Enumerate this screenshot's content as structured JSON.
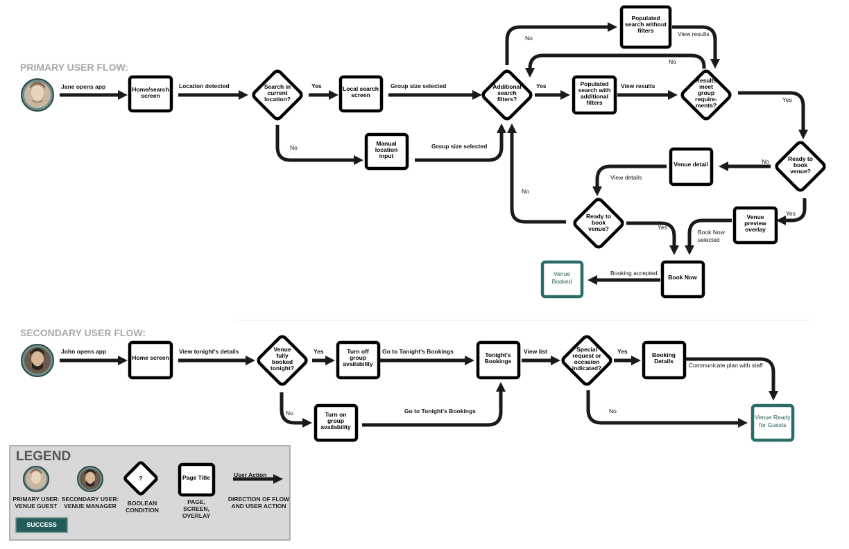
{
  "primary_flow": {
    "title": "PRIMARY USER FLOW:",
    "start_label": "Jane opens app",
    "nodes": {
      "home_search": [
        "Home/search",
        "screen"
      ],
      "search_current": [
        "Search in",
        "current",
        "location?"
      ],
      "local_search": [
        "Local search",
        "screen"
      ],
      "manual_location": [
        "Manual",
        "location",
        "input"
      ],
      "additional_filters": [
        "Additional",
        "search",
        "filters?"
      ],
      "populated_no_filters": [
        "Populated",
        "search without",
        "filters"
      ],
      "populated_with_filters": [
        "Populated",
        "search with",
        "additional",
        "filters"
      ],
      "results_meet": [
        "Results",
        "meet",
        "group",
        "require-",
        "ments?"
      ],
      "ready_to_book_1": [
        "Ready to",
        "book",
        "venue?"
      ],
      "venue_detail": [
        "Venue detail"
      ],
      "ready_to_book_2": [
        "Ready to",
        "book",
        "venue?"
      ],
      "venue_preview": [
        "Venue",
        "preview",
        "overlay"
      ],
      "book_now": [
        "Book Now"
      ],
      "venue_booked": [
        "Venue",
        "Booked"
      ]
    },
    "labels": {
      "location_detected": "Location detected",
      "yes_local": "Yes",
      "group_size_selected_1": "Group size selected",
      "no_manual": "No",
      "group_size_selected_2": "Group size selected",
      "no_filters": "No",
      "view_results_1": "View results",
      "no_results": "No",
      "yes_filters": "Yes",
      "view_results_2": "View results",
      "yes_results": "Yes",
      "no_ready_1": "No",
      "view_details": "View details",
      "yes_ready_1": "Yes",
      "no_ready_2": "No",
      "yes_ready_2": "Yes",
      "book_now_selected": [
        "Book Now",
        "selected"
      ],
      "booking_accepted": "Booking accepted"
    }
  },
  "secondary_flow": {
    "title": "SECONDARY USER FLOW:",
    "start_label": "John opens app",
    "nodes": {
      "home_screen": [
        "Home screen"
      ],
      "venue_fully_booked": [
        "Venue",
        "fully",
        "booked",
        "tonight?"
      ],
      "turn_off": [
        "Turn off",
        "group",
        "availability"
      ],
      "turn_on": [
        "Turn on",
        "group",
        "availability"
      ],
      "tonights_bookings": [
        "Tonight's",
        "Bookings"
      ],
      "special_request": [
        "Special",
        "request or",
        "occasion",
        "indicated?"
      ],
      "booking_details": [
        "Booking",
        "Details"
      ],
      "venue_ready": [
        "Venue Ready",
        "for Guests"
      ]
    },
    "labels": {
      "view_tonights_details": "View tonight's details",
      "yes_booked": "Yes",
      "no_booked": "No",
      "go_tonights_1": "Go to Tonight's Bookings",
      "go_tonights_2": "Go to Tonight's Bookings",
      "view_list": "View list",
      "yes_special": "Yes",
      "no_special": "No",
      "communicate": "Communicate plan with staff"
    }
  },
  "legend": {
    "title": "LEGEND",
    "primary_user": [
      "PRIMARY USER:",
      "VENUE GUEST"
    ],
    "secondary_user": [
      "SECONDARY USER:",
      "VENUE MANAGER"
    ],
    "boolean_symbol": "?",
    "boolean": [
      "BOOLEAN",
      "CONDITION"
    ],
    "page_symbol": "Page Title",
    "page": [
      "PAGE,",
      "SCREEN,",
      "OVERLAY"
    ],
    "arrow_label": "User Action",
    "arrow_caption": [
      "DIRECTION OF FLOW",
      "AND USER ACTION"
    ],
    "success": "SUCCESS"
  },
  "colors": {
    "success_border": "#2a6d68",
    "success_fill": "#235c5a",
    "legend_bg": "#d8d8d8",
    "section_title": "#a8a8a8"
  }
}
